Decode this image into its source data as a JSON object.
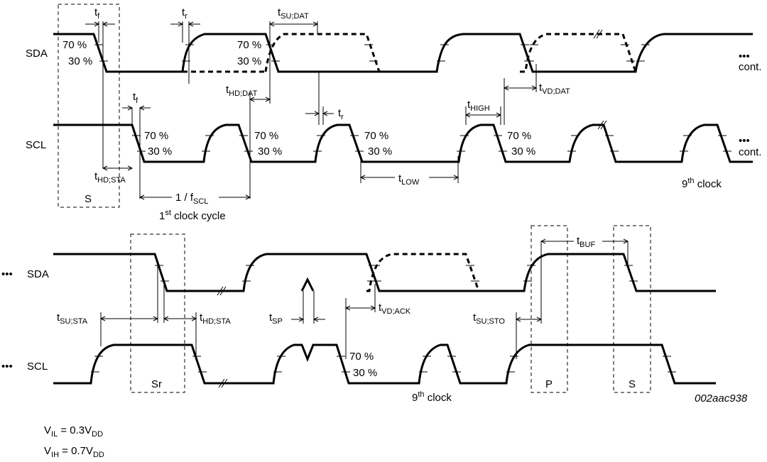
{
  "signals": {
    "sda": "SDA",
    "scl": "SCL",
    "ellipsis": "•••",
    "cont": "cont."
  },
  "levels": {
    "high": "70 %",
    "low": "30 %"
  },
  "timing": {
    "t": "t",
    "f": "f",
    "r": "r",
    "su_dat": "SU;DAT",
    "hd_dat": "HD;DAT",
    "vd_dat": "VD;DAT",
    "high": "HIGH",
    "low": "LOW",
    "hd_sta": "HD;STA",
    "su_sta": "SU;STA",
    "sp": "SP",
    "vd_ack": "VD;ACK",
    "su_sto": "SU;STO",
    "buf": "BUF",
    "period_prefix": "1 / f",
    "scl_sub": "SCL"
  },
  "conditions": {
    "start": "S",
    "repeated_start": "Sr",
    "stop": "P"
  },
  "clocks": {
    "first_num": "1",
    "first_sup": "st",
    "first_suffix": " clock cycle",
    "ninth_num": "9",
    "ninth_sup": "th",
    "ninth_suffix": " clock"
  },
  "figure_id": "002aac938",
  "legend": {
    "vil_v": "V",
    "vil_sub": "IL",
    "vil_eq": " = 0.3V",
    "vil_dd": "DD",
    "vih_v": "V",
    "vih_sub": "IH",
    "vih_eq": " = 0.7V",
    "vih_dd": "DD"
  }
}
